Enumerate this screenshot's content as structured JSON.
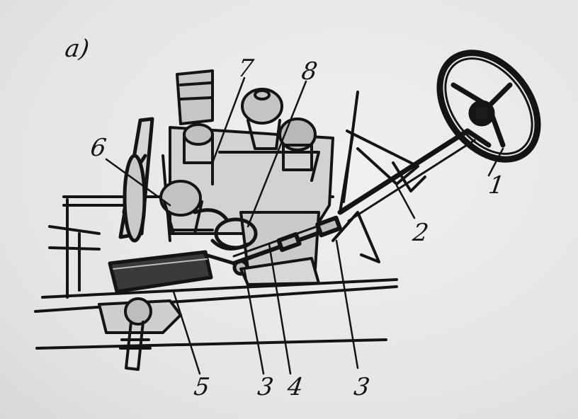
{
  "figure": {
    "panel_label": "а)",
    "callouts": [
      "1",
      "2",
      "3",
      "3",
      "4",
      "5",
      "6",
      "7",
      "8"
    ]
  },
  "colors": {
    "ink": "#141414",
    "paper": "#e9e9e7"
  },
  "parts": [
    "steering-wheel",
    "steering-column",
    "universal-joint",
    "intermediate-shaft",
    "power-cylinder",
    "pump",
    "hose-loop",
    "engine-block",
    "radiator",
    "frame-rails"
  ]
}
